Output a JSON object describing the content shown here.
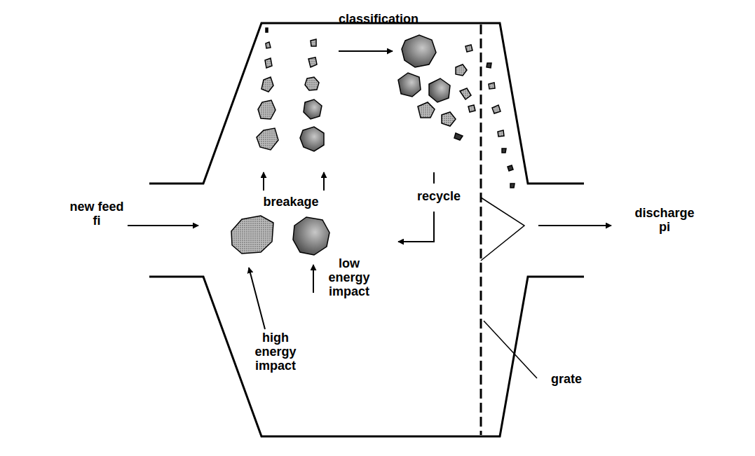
{
  "diagram": {
    "labels": [
      "classification",
      "breakage",
      "recycle",
      "new feed fi",
      "discharge pi",
      "low energy impact",
      "high energy impact",
      "grate"
    ]
  }
}
